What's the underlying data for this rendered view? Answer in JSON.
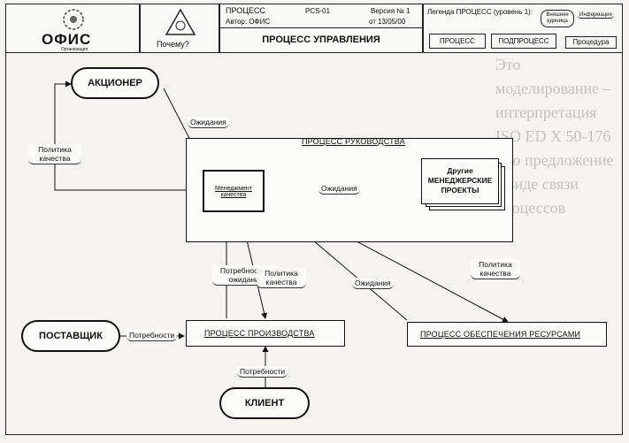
{
  "header": {
    "logo_text": "ОФИС",
    "logo_sub": "Организация",
    "why_label": "Почему?",
    "process_label": "ПРОЦЕСС",
    "code": "PCS-01",
    "version": "Версия № 1",
    "author": "Автор: ОФИС",
    "date": "от 13/05/00",
    "title": "ПРОЦЕСС УПРАВЛЕНИЯ",
    "legend_label": "Легенда ПРОЦЕСС (уровень 1):",
    "legend_external": "Внешняя единица",
    "legend_info": "Информация",
    "legend_process": "ПРОЦЕСС",
    "legend_subprocess": "ПОДПРОЦЕСС",
    "legend_procedure": "Процедура"
  },
  "nodes": {
    "shareholder": "АКЦИОНЕР",
    "supplier": "ПОСТАВЩИК",
    "client": "КЛИЕНТ",
    "management_process": "ПРОЦЕСС РУКОВОДСТВА",
    "quality_management": "Менеджмент качества",
    "other_projects": "Другие МЕНЕДЖЕРСКИЕ ПРОЕКТЫ",
    "production_process": "ПРОЦЕСС ПРОИЗВОДСТВА",
    "resource_process": "ПРОЦЕСС ОБЕСПЕЧЕНИЯ РЕСУРСАМИ"
  },
  "flows": {
    "quality_policy_1": "Политика качества",
    "expectations_1": "Ожидания",
    "expectations_2": "Ожидания",
    "needs_expectations": "Потребности и ожидания",
    "quality_policy_2": "Политика качества",
    "expectations_3": "Ожидания",
    "quality_policy_3": "Политика качества",
    "needs_1": "Потребности",
    "needs_2": "Потребности"
  },
  "background_text": [
    "Это моделирование – интерпретация",
    "ISO ED X 50-176",
    "Это предложение",
    "в виде связи процессов"
  ]
}
